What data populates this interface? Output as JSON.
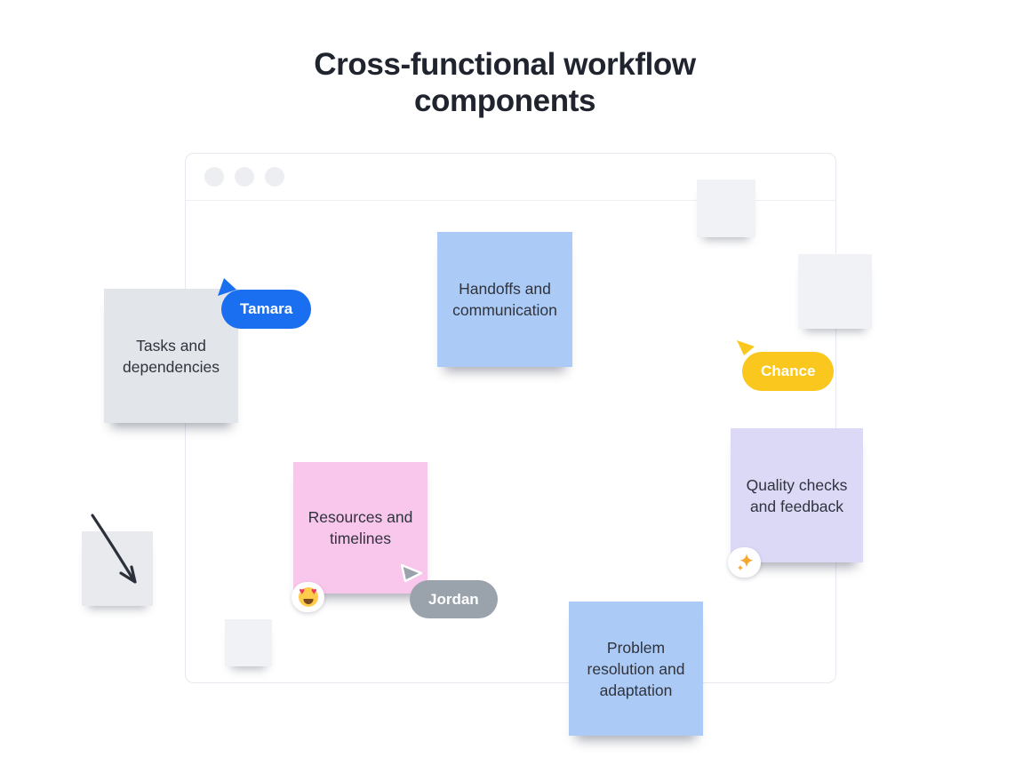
{
  "title": {
    "text": "Cross-functional workflow\ncomponents"
  },
  "window": {
    "traffic_dot_count": 3
  },
  "notes": {
    "tasks": {
      "text": "Tasks and dependencies"
    },
    "handoffs": {
      "text": "Handoffs and communication"
    },
    "resources": {
      "text": "Resources and timelines",
      "reaction": "heart-eyes"
    },
    "quality": {
      "text": "Quality checks and feedback",
      "reaction": "sparkle"
    },
    "problem": {
      "text": "Problem resolution and adaptation"
    }
  },
  "cursors": {
    "tamara": {
      "label": "Tamara"
    },
    "chance": {
      "label": "Chance"
    },
    "jordan": {
      "label": "Jordan"
    }
  },
  "icons": {
    "heart_eyes_emoji": "😍",
    "sparkle_emoji": "✨",
    "cursor_pointer": "triangle-pointer",
    "arrow_annotation": "arrow-down-right",
    "window_dot": "circle"
  },
  "colors": {
    "title_text": "#20242e",
    "note_text": "#2f333d",
    "note_blue": "#abcbf6",
    "note_pink": "#f9c6ec",
    "note_purple": "#dcd9f7",
    "note_gray": "#e2e5e9",
    "note_blank": "#f0f2f5",
    "note_blank_gray": "#e8eaee",
    "window_border": "#e7e8f0",
    "cursor_blue": "#1a6ff0",
    "cursor_yellow": "#f9c71d",
    "cursor_gray": "#9aa2ac",
    "sparkle_orange": "#f7a72e",
    "arrow_ink": "#2b303a"
  }
}
